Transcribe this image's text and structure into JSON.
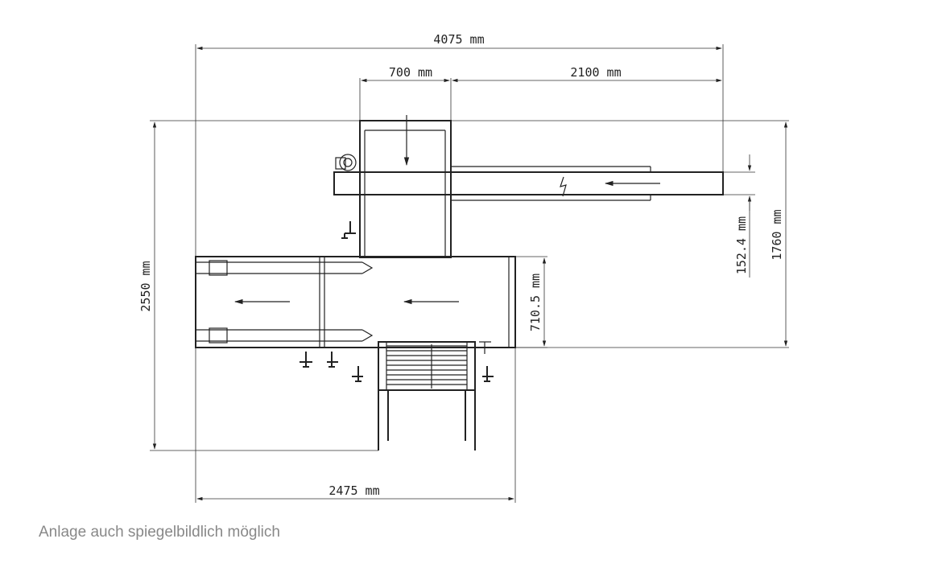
{
  "dimensions": {
    "overall_width": "4075 mm",
    "infeed_width": "700 mm",
    "return_length": "2100 mm",
    "overall_depth": "2550 mm",
    "return_offset": "1760 mm",
    "return_gap": "152.4 mm",
    "transfer_width": "710.5 mm",
    "base_width": "2475 mm"
  },
  "caption": "Anlage auch spiegelbildlich möglich"
}
